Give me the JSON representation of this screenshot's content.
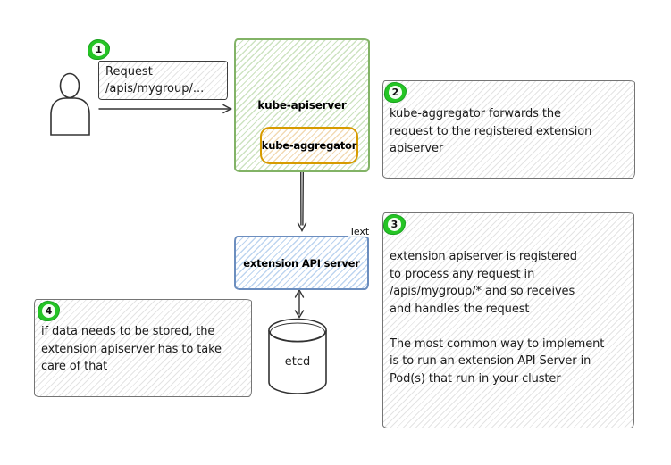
{
  "colors": {
    "canvas_bg": "#ffffff",
    "green_stroke": "#82b366",
    "green_hatch": "#cde3c1",
    "orange_stroke": "#d79b00",
    "orange_hatch": "#f2dab4",
    "blue_stroke": "#6c8ebf",
    "blue_hatch": "#bed5f0",
    "note_stroke": "#757575",
    "note_hatch": "#e4e4e4",
    "request_stroke": "#3d3d3d",
    "badge_fill": "#25c525",
    "ink": "#333333"
  },
  "icons": {
    "actor": "person-figure",
    "etcd": "database-cylinder"
  },
  "badges": {
    "b1": "1",
    "b2": "2",
    "b3": "3",
    "b4": "4"
  },
  "request_label": {
    "lines": [
      "Request",
      "/apis/mygroup/..."
    ]
  },
  "nodes": {
    "kube_apiserver": {
      "label": "kube-apiserver"
    },
    "kube_aggregator": {
      "label": "kube-aggregator"
    },
    "extension_api_server": {
      "label": "extension API server",
      "corner_label": "Text"
    },
    "etcd": {
      "label": "etcd"
    }
  },
  "notes": {
    "note2": {
      "lines": [
        "kube-aggregator forwards the",
        "request to the registered extension",
        "apiserver"
      ]
    },
    "note3": {
      "lines": [
        "extension apiserver is registered",
        "to process any request in",
        "/apis/mygroup/* and so receives",
        "and handles the request",
        "",
        "The most common way to implement",
        "is to run an extension API Server in",
        "Pod(s) that run in your cluster"
      ]
    },
    "note4": {
      "lines": [
        "if data needs to be stored, the",
        "extension apiserver has to take",
        "care of that"
      ]
    }
  }
}
